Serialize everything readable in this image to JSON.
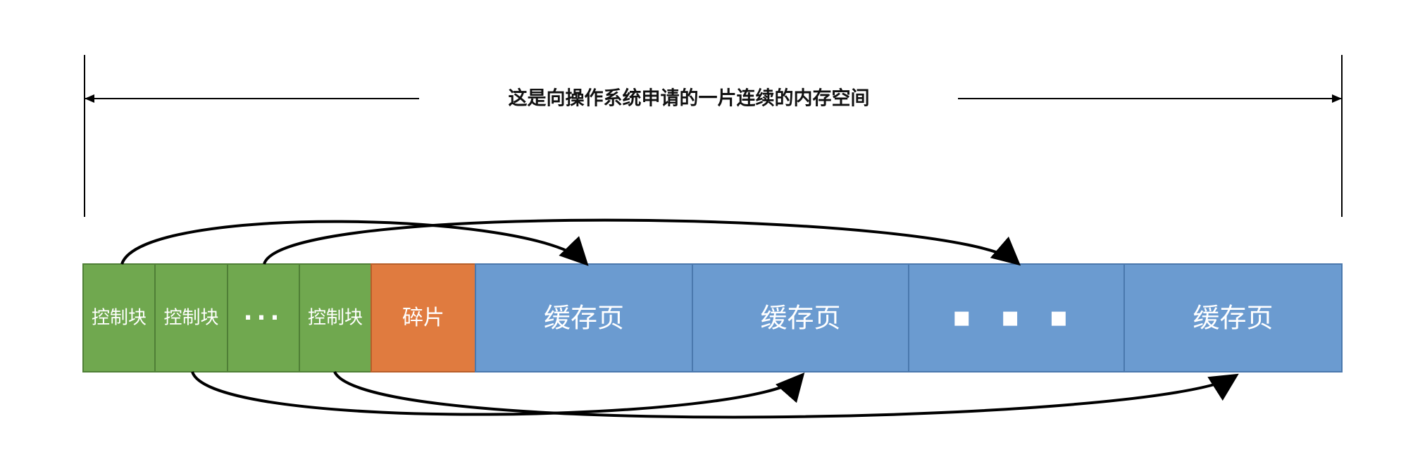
{
  "title": "这是向操作系统申请的一片连续的内存空间",
  "blocks": [
    {
      "kind": "control",
      "label": "控制块"
    },
    {
      "kind": "control",
      "label": "控制块"
    },
    {
      "kind": "control",
      "label": "···"
    },
    {
      "kind": "control",
      "label": "控制块"
    },
    {
      "kind": "fragment",
      "label": "碎片"
    },
    {
      "kind": "page",
      "label": "缓存页"
    },
    {
      "kind": "page",
      "label": "缓存页"
    },
    {
      "kind": "page",
      "label": "■ ■ ■"
    },
    {
      "kind": "page",
      "label": "缓存页"
    }
  ],
  "colors": {
    "control_fill": "#70a84f",
    "control_stroke": "#4f7f36",
    "fragment_fill": "#e07b3f",
    "fragment_stroke": "#b85e2a",
    "page_fill": "#6b9bd0",
    "page_stroke": "#4a78ad",
    "line": "#000000"
  }
}
